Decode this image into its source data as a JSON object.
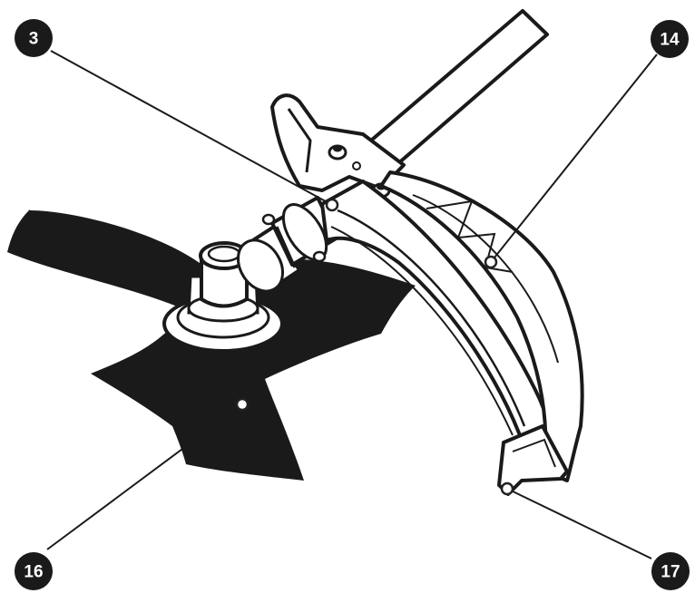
{
  "callouts": [
    {
      "id": "c3",
      "label": "3"
    },
    {
      "id": "c14",
      "label": "14"
    },
    {
      "id": "c16",
      "label": "16"
    },
    {
      "id": "c17",
      "label": "17"
    }
  ],
  "colors": {
    "ink": "#1a1a1a",
    "paper": "#ffffff",
    "marker": "#222222"
  }
}
